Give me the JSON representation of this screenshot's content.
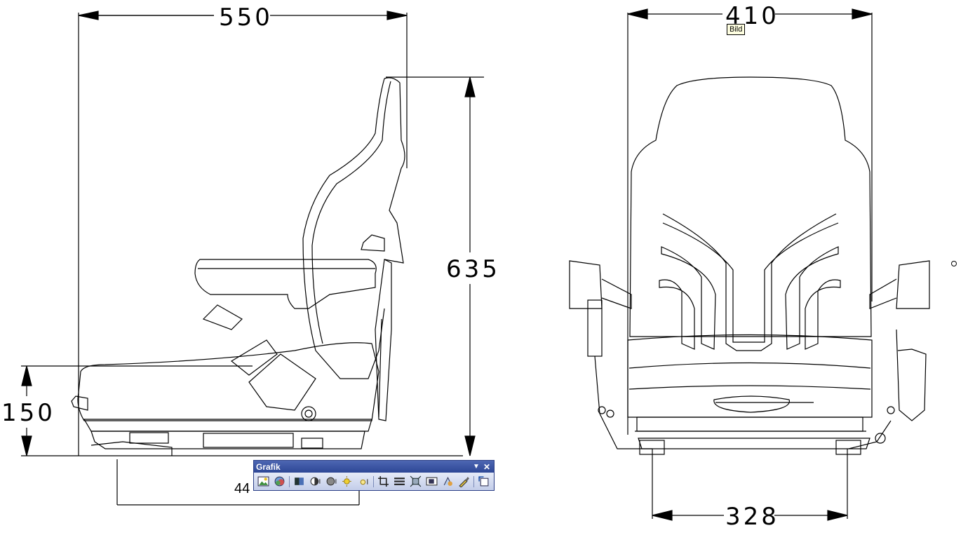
{
  "drawing": {
    "side_view": {
      "width_label": "550",
      "height_label": "635",
      "seat_height_label": "150",
      "depth_label_partial": "44"
    },
    "front_view": {
      "width_label": "410",
      "base_width_label": "328"
    }
  },
  "tooltip": {
    "text": "Bild"
  },
  "toolbar": {
    "title": "Grafik",
    "menu_icon": "dropdown-arrow-icon",
    "close_icon": "close-icon",
    "buttons": [
      {
        "name": "insert-picture-icon"
      },
      {
        "name": "color-icon"
      },
      {
        "name": "more-contrast-icon"
      },
      {
        "name": "less-contrast-icon"
      },
      {
        "name": "more-brightness-icon"
      },
      {
        "name": "less-brightness-icon"
      },
      {
        "name": "crop-icon"
      },
      {
        "name": "line-style-icon"
      },
      {
        "name": "compress-icon"
      },
      {
        "name": "text-wrap-icon"
      },
      {
        "name": "format-picture-icon"
      },
      {
        "name": "set-transparent-color-icon"
      },
      {
        "name": "reset-picture-icon"
      }
    ]
  },
  "colors": {
    "line": "#000000",
    "toolbar_title": "#2d4796",
    "toolbar_bg": "#c9d3ec",
    "tooltip_bg": "#ffffe1"
  }
}
